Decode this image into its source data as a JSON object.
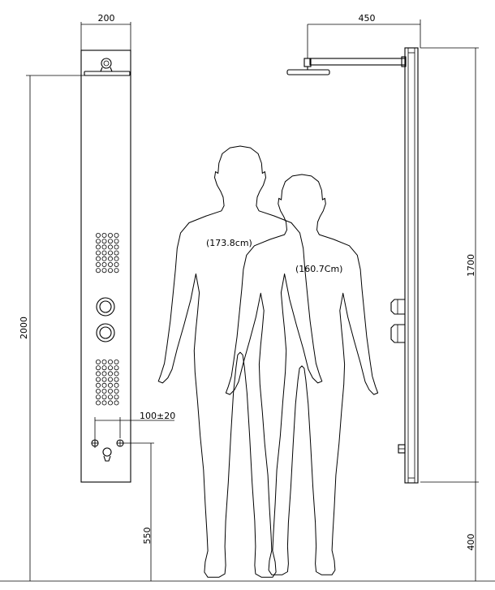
{
  "dimensions": {
    "panel_width": "200",
    "shower_arm_reach": "450",
    "overall_height": "2000",
    "head_height": "1700",
    "valve_spacing": "100±20",
    "valve_height": "550",
    "bottom_clearance": "400"
  },
  "figures": {
    "tall_height": "(173.8cm)",
    "short_height": "(160.7Cm)"
  }
}
